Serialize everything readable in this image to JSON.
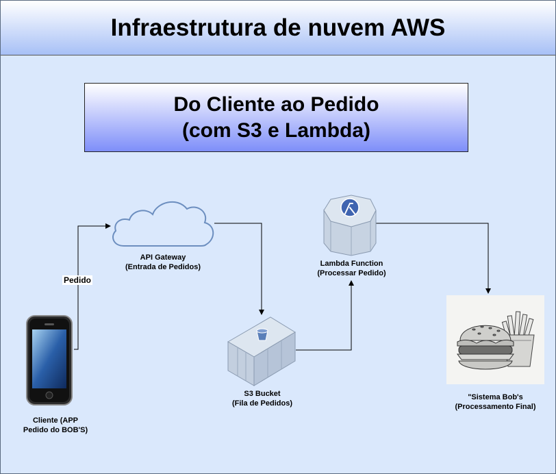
{
  "header": {
    "title": "Infraestrutura de nuvem AWS"
  },
  "subtitle": {
    "line1": "Do Cliente ao Pedido",
    "line2": "(com S3 e Lambda)"
  },
  "nodes": {
    "client": {
      "line1": "Cliente (APP",
      "line2": "Pedido do BOB'S)",
      "icon": "smartphone-icon"
    },
    "api_gateway": {
      "line1": "API Gateway",
      "line2": "(Entrada de Pedidos)",
      "icon": "cloud-icon"
    },
    "s3": {
      "line1": "S3 Bucket",
      "line2": "(Fila de Pedidos)",
      "icon": "s3-bucket-icon"
    },
    "lambda": {
      "line1": "Lambda Function",
      "line2": "(Processar Pedido)",
      "icon": "lambda-icon"
    },
    "final": {
      "line1": "\"Sistema Bob's",
      "line2": "(Processamento Final)",
      "icon": "burger-fries-sketch"
    }
  },
  "edges": {
    "client_to_api": {
      "label": "Pedido"
    }
  },
  "colors": {
    "canvas": "#dae8fc",
    "cloud_stroke": "#6c8ebf",
    "server_fill": "#c7d3e2",
    "server_top": "#dde6f0"
  }
}
